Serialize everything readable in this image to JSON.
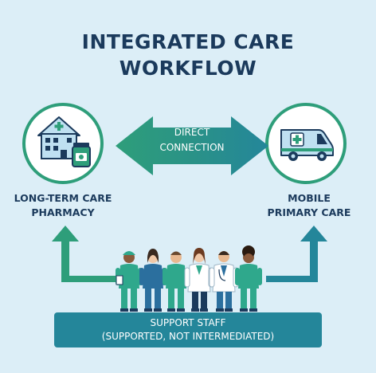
{
  "title": {
    "line1": "INTEGRATED CARE",
    "line2": "WORKFLOW"
  },
  "left_node": {
    "line1": "LONG-TERM CARE",
    "line2": "PHARMACY",
    "icon": "hospital-pharmacy-icon"
  },
  "right_node": {
    "line1": "MOBILE",
    "line2": "PRIMARY CARE",
    "icon": "ambulance-van-icon"
  },
  "connection": {
    "line1": "DIRECT",
    "line2": "CONNECTION"
  },
  "support": {
    "line1": "SUPPORT STAFF",
    "line2": "(SUPPORTED, NOT INTERMEDIATED)"
  },
  "staff_count": 6,
  "colors": {
    "background": "#dceef7",
    "navy": "#1b3a5c",
    "teal": "#24869a",
    "green": "#2e9e7a",
    "scrubs_green": "#2fa88c",
    "scrubs_blue": "#2b6f9e"
  }
}
